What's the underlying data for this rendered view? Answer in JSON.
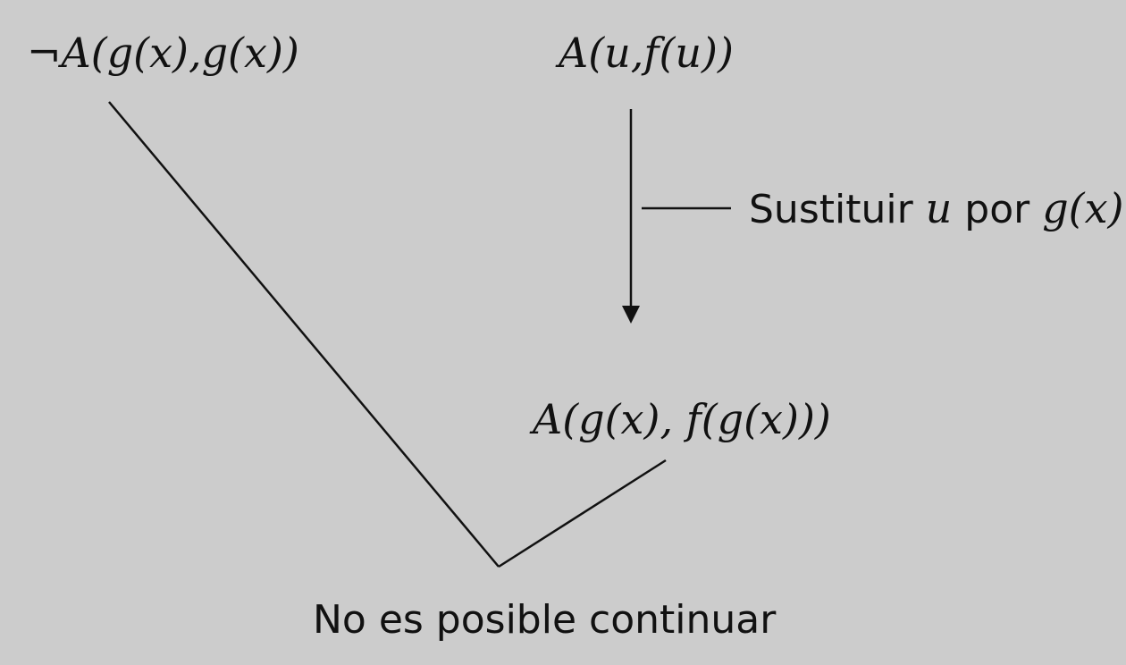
{
  "expressions": {
    "negated_clause": "¬A(g(x),g(x))",
    "source_clause": "A(u,f(u))",
    "result_clause": "A(g(x), f(g(x)))"
  },
  "annotation": {
    "prefix": "Sustituir ",
    "variable": "u",
    "middle": " por ",
    "term": "g(x)"
  },
  "conclusion": "No es posible continuar",
  "colors": {
    "background": "#cccccc",
    "ink": "#111111"
  }
}
